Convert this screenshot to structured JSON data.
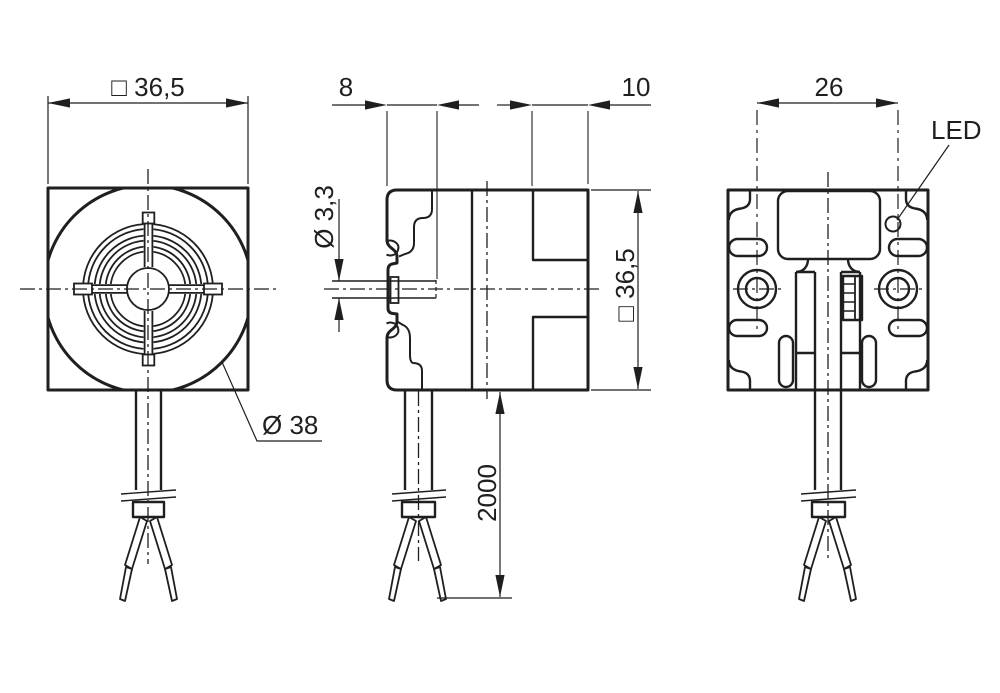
{
  "drawing": {
    "background": "#ffffff",
    "line_color": "#1f1f1f",
    "front_view": {
      "width_dimension": "□ 36,5",
      "housing_diameter_label": "Ø 38"
    },
    "side_view": {
      "front_depth_dimension": "8",
      "slot_depth_dimension": "10",
      "hole_diameter_dimension": "Ø 3,3",
      "height_dimension": "□ 36,5",
      "cable_length_dimension": "2000"
    },
    "rear_view": {
      "hole_spacing_dimension": "26",
      "led_label": "LED"
    }
  }
}
